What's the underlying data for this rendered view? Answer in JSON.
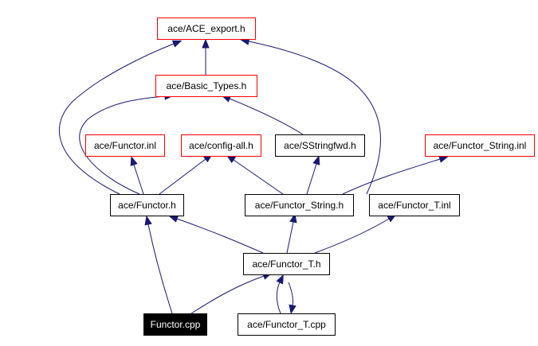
{
  "diagram": {
    "colors": {
      "edge": "#191970",
      "node_border_red": "#ff0000",
      "node_border_black": "#000000",
      "node_fill": "#ffffff",
      "focus_fill": "#000000",
      "focus_text": "#ffffff"
    },
    "nodes": [
      {
        "id": "ace_export",
        "label": "ace/ACE_export.h",
        "style": "red"
      },
      {
        "id": "basic_types",
        "label": "ace/Basic_Types.h",
        "style": "red"
      },
      {
        "id": "functor_inl",
        "label": "ace/Functor.inl",
        "style": "red"
      },
      {
        "id": "config_all",
        "label": "ace/config-all.h",
        "style": "red"
      },
      {
        "id": "sstringfwd",
        "label": "ace/SStringfwd.h",
        "style": "black"
      },
      {
        "id": "functor_string_inl",
        "label": "ace/Functor_String.inl",
        "style": "red"
      },
      {
        "id": "functor_h",
        "label": "ace/Functor.h",
        "style": "black"
      },
      {
        "id": "functor_string_h",
        "label": "ace/Functor_String.h",
        "style": "black"
      },
      {
        "id": "functor_t_inl",
        "label": "ace/Functor_T.inl",
        "style": "black"
      },
      {
        "id": "functor_t_h",
        "label": "ace/Functor_T.h",
        "style": "black"
      },
      {
        "id": "functor_cpp",
        "label": "Functor.cpp",
        "style": "focus"
      },
      {
        "id": "functor_t_cpp",
        "label": "ace/Functor_T.cpp",
        "style": "black"
      }
    ],
    "edges": [
      {
        "from": "basic_types",
        "to": "ace_export"
      },
      {
        "from": "functor_h",
        "to": "ace_export"
      },
      {
        "from": "functor_string_h",
        "to": "ace_export"
      },
      {
        "from": "functor_h",
        "to": "basic_types"
      },
      {
        "from": "sstringfwd",
        "to": "basic_types"
      },
      {
        "from": "functor_h",
        "to": "functor_inl"
      },
      {
        "from": "functor_h",
        "to": "config_all"
      },
      {
        "from": "functor_string_h",
        "to": "config_all"
      },
      {
        "from": "functor_string_h",
        "to": "sstringfwd"
      },
      {
        "from": "functor_string_h",
        "to": "functor_string_inl"
      },
      {
        "from": "functor_t_h",
        "to": "functor_h"
      },
      {
        "from": "functor_t_h",
        "to": "functor_string_h"
      },
      {
        "from": "functor_t_h",
        "to": "functor_t_inl"
      },
      {
        "from": "functor_cpp",
        "to": "functor_h"
      },
      {
        "from": "functor_cpp",
        "to": "functor_t_h"
      },
      {
        "from": "functor_t_cpp",
        "to": "functor_t_h"
      },
      {
        "from": "functor_t_h",
        "to": "functor_t_cpp"
      }
    ]
  }
}
